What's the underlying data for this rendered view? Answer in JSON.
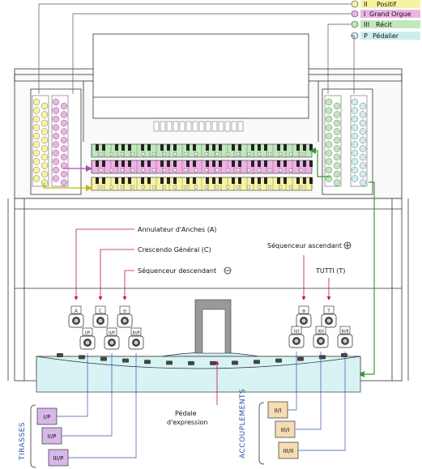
{
  "legend": {
    "positif": {
      "num": "II",
      "name": "Positif",
      "color": "#f6f4a0"
    },
    "grandorgue": {
      "num": "I",
      "name": "Grand Orgue",
      "color": "#efb1e6"
    },
    "recit": {
      "num": "III",
      "name": "Récit",
      "color": "#bfe8bd"
    },
    "pedalier": {
      "num": "P",
      "name": "Pédalier",
      "color": "#cdeef0"
    }
  },
  "labels": {
    "annulateur": "Annulateur d'Anches (A)",
    "crescendo": "Crescendo Général (C)",
    "seq_desc": "Séquenceur descendant",
    "seq_asc": "Séquenceur ascendant",
    "tutti": "TUTTI (T)",
    "pedale_line1": "Pédale",
    "pedale_line2": "d'expression",
    "tirasses": "TIRASSES",
    "accouplements": "ACCOUPLEMENTS"
  },
  "pistons_left": [
    "A",
    "C",
    "⊖"
  ],
  "pistons_right": [
    "⊕",
    "T"
  ],
  "tirasses_small": [
    "I/P",
    "II/P",
    "III/P"
  ],
  "accoup_small": [
    "II/I",
    "III/I",
    "III/II"
  ],
  "tirasses_boxes": [
    "I/P",
    "II/P",
    "III/P"
  ],
  "accoup_boxes": [
    "II/I",
    "III/I",
    "III/II"
  ],
  "colors": {
    "arrow": "#c0105a",
    "box_tirasses": "#d8b8ea",
    "box_accoup": "#f5dcb4",
    "floor": "#d7f3f3"
  }
}
